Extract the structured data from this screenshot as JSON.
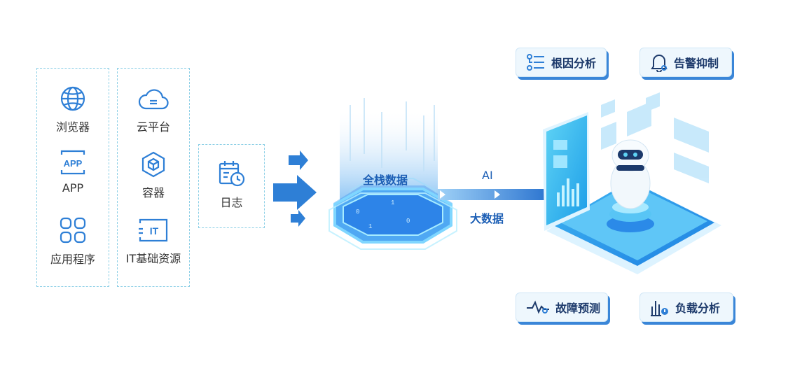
{
  "sources_col1": [
    {
      "label": "浏览器",
      "icon": "globe-icon"
    },
    {
      "label": "APP",
      "icon": "app-icon"
    },
    {
      "label": "应用程序",
      "icon": "apps-grid-icon"
    }
  ],
  "sources_col2": [
    {
      "label": "云平台",
      "icon": "cloud-icon"
    },
    {
      "label": "容器",
      "icon": "container-icon"
    },
    {
      "label": "IT基础资源",
      "icon": "it-icon"
    }
  ],
  "log": {
    "label": "日志",
    "icon": "calendar-clock-icon"
  },
  "hub": {
    "label": "全栈数据"
  },
  "flow": {
    "top_label": "AI",
    "bottom_label": "大数据"
  },
  "capabilities": [
    {
      "label": "根因分析",
      "icon": "root-cause-icon"
    },
    {
      "label": "告警抑制",
      "icon": "alarm-bell-icon"
    },
    {
      "label": "故障预测",
      "icon": "pulse-icon"
    },
    {
      "label": "负载分析",
      "icon": "load-chart-icon"
    }
  ],
  "colors": {
    "primary": "#2e7fd6",
    "dashed": "#8ccfe6",
    "pill_shadow": "#3a86d8"
  }
}
